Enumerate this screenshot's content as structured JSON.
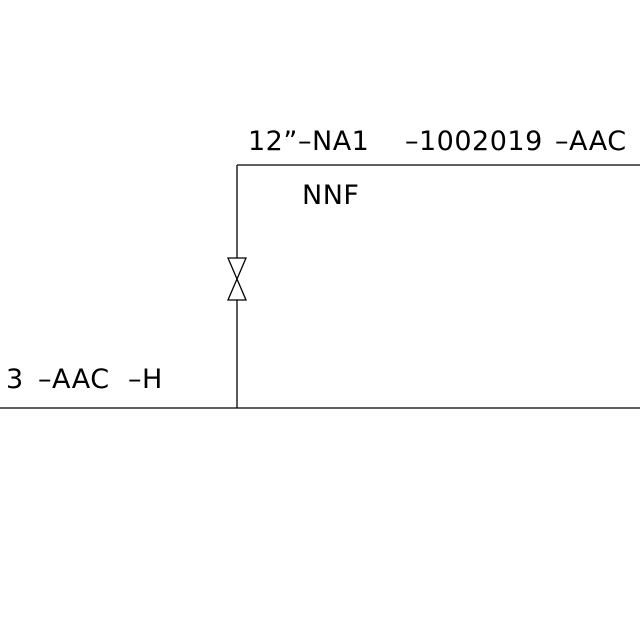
{
  "drawing": {
    "line_color": "#000000",
    "background_color": "#ffffff",
    "top_line_label": {
      "size": "12”",
      "service": "–NA1",
      "number": "–1002019",
      "spec": "–AAC"
    },
    "top_line_tag": "NNF",
    "bottom_line_label": {
      "size": "3",
      "spec": "–AAC",
      "insulation": "–H"
    },
    "valve": {
      "type": "gate-valve"
    }
  }
}
